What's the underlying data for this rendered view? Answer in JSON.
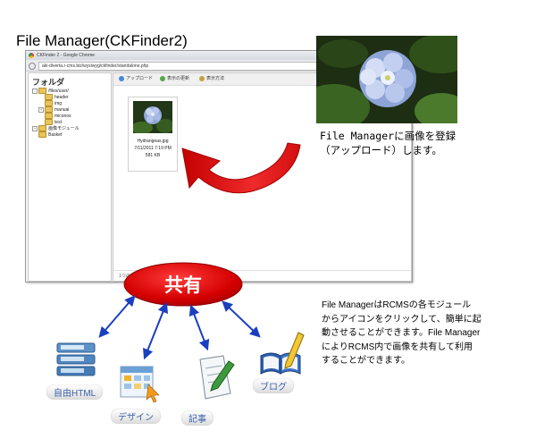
{
  "title": "File Manager(CKFinder2)",
  "browser": {
    "window_title": "CKFinder 2 - Google Chrome",
    "url": "aki-diverta.r-cms.biz/wysiwyg/ckfinder/standalone.php"
  },
  "sidebar": {
    "header": "フォルダ",
    "tree": [
      {
        "label": "/files/user/",
        "expander": "-"
      },
      {
        "label": "header",
        "expander": ""
      },
      {
        "label": "img",
        "expander": ""
      },
      {
        "label": "manual",
        "expander": "+"
      },
      {
        "label": "miconos",
        "expander": ""
      },
      {
        "label": "test",
        "expander": ""
      },
      {
        "label": "画像モジュール",
        "expander": "+"
      },
      {
        "label": "Basket",
        "expander": ""
      }
    ]
  },
  "toolbar": {
    "upload": "アップロード",
    "refresh": "表示の更新",
    "view": "表示方法"
  },
  "file": {
    "name": "Hydrangeas.jpg",
    "date": "7/11/2011 7:19 PM",
    "size": "581 KB"
  },
  "statusbar": "1つのフ",
  "upload_note": [
    "File Managerに画像を登録",
    "（アップロード）します。"
  ],
  "share_label": "共有",
  "share_note": [
    "File ManagerはRCMSの各モジュール",
    "からアイコンをクリックして、簡単に起",
    "動させることができます。File Manager",
    "によりRCMS内で画像を共有して利用",
    "することができます。"
  ],
  "modules": {
    "free_html": "自由HTML",
    "design": "デザイン",
    "article": "記事",
    "blog": "ブログ"
  },
  "colors": {
    "share_oval": "#d40000",
    "arrow": "#e51a1a",
    "connector": "#1a3fbf",
    "module_label_text": "#3a5faa"
  }
}
